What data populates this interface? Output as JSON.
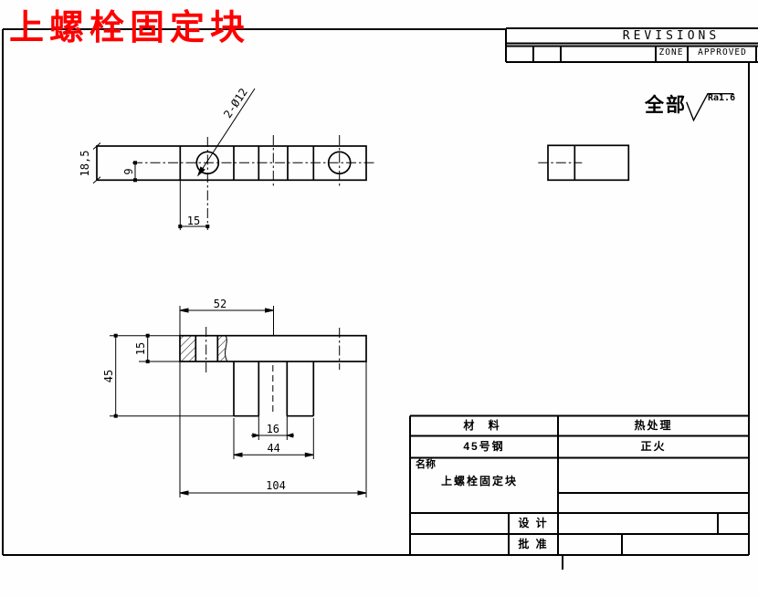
{
  "drawing": {
    "title": "上螺栓固定块",
    "title_color": "#ff0000"
  },
  "revisions_table": {
    "title": "REVISIONS",
    "zone_label": "ZONE",
    "approved_label": "APPROVED"
  },
  "surface_finish": {
    "scope_label": "全部",
    "roughness_value": "Ra1.6"
  },
  "top_view": {
    "dim_height": "18,5",
    "dim_center_offset": "9",
    "dim_hole_position": "15",
    "hole_callout": "2-Ø12"
  },
  "front_view": {
    "dim_slot_center": "52",
    "dim_plate_thickness": "15",
    "dim_total_height": "45",
    "dim_slot_width": "16",
    "dim_leg_span": "44",
    "dim_total_length": "104"
  },
  "title_block": {
    "material_label": "材  料",
    "material_value": "45号钢",
    "heat_treatment_label": "热处理",
    "heat_treatment_value": "正火",
    "name_label": "名称",
    "name_value": "上螺栓固定块",
    "design_label": "设 计",
    "approve_label": "批 准"
  }
}
